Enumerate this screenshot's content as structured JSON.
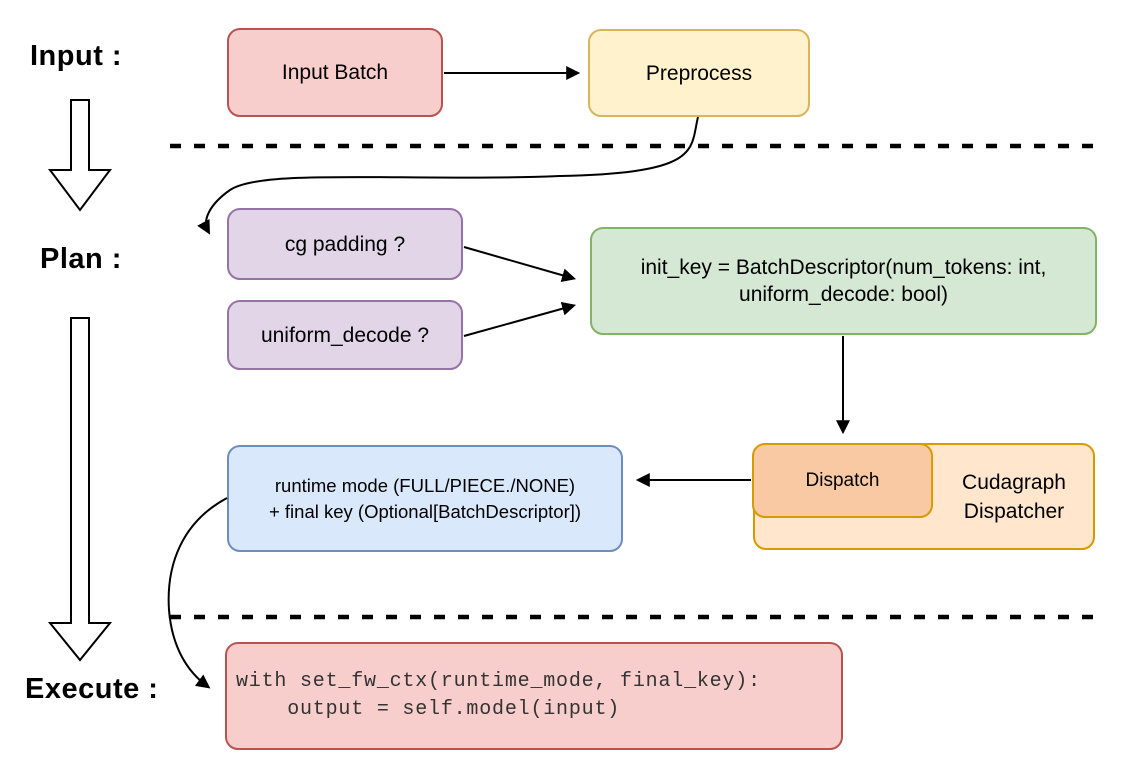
{
  "stage_labels": {
    "input": "Input :",
    "plan": "Plan :",
    "execute": "Execute :"
  },
  "nodes": {
    "input_batch": {
      "label": "Input Batch"
    },
    "preprocess": {
      "label": "Preprocess"
    },
    "cg_padding": {
      "label": "cg padding ?"
    },
    "uniform_decode": {
      "label": "uniform_decode ?"
    },
    "init_key": {
      "line1": "init_key = BatchDescriptor(num_tokens: int,",
      "line2": "uniform_decode: bool)"
    },
    "dispatch": {
      "label": "Dispatch"
    },
    "cudagraph_dispatcher": {
      "line1": "Cudagraph",
      "line2": "Dispatcher"
    },
    "runtime_mode": {
      "line1": "runtime mode (FULL/PIECE./NONE)",
      "line2": "+ final key (Optional[BatchDescriptor])"
    },
    "execute_code": {
      "line1": "with set_fw_ctx(runtime_mode, final_key):",
      "line2": "    output = self.model(input)"
    }
  },
  "edges": [
    {
      "from": "input_batch",
      "to": "preprocess",
      "style": "straight-arrow"
    },
    {
      "from": "preprocess",
      "to": "cg_padding",
      "style": "curved-arrow"
    },
    {
      "from": "cg_padding",
      "to": "init_key",
      "style": "straight-arrow"
    },
    {
      "from": "uniform_decode",
      "to": "init_key",
      "style": "straight-arrow"
    },
    {
      "from": "init_key",
      "to": "dispatch",
      "style": "straight-arrow"
    },
    {
      "from": "dispatch",
      "to": "runtime_mode",
      "style": "straight-arrow"
    },
    {
      "from": "runtime_mode",
      "to": "execute_code",
      "style": "curved-arrow"
    },
    {
      "from": "stage-input",
      "to": "stage-plan",
      "style": "hollow-block-arrow"
    },
    {
      "from": "stage-plan",
      "to": "stage-execute",
      "style": "hollow-block-arrow"
    }
  ],
  "separators": [
    {
      "between": "input-and-plan",
      "style": "dashed-line"
    },
    {
      "between": "plan-and-execute",
      "style": "dashed-line"
    }
  ],
  "colors": {
    "red_fill": "#f8cecc",
    "red_stroke": "#b85450",
    "yellow_fill": "#fff2cc",
    "yellow_stroke": "#d6b656",
    "purple_fill": "#e1d5e7",
    "purple_stroke": "#9673a6",
    "green_fill": "#d5e8d4",
    "green_stroke": "#82b366",
    "blue_fill": "#dae8fc",
    "blue_stroke": "#6c8ebf",
    "orange_fill": "#ffe6cc",
    "orange_stroke": "#d79b00",
    "salmon_fill": "#f9c9a3",
    "line_color": "#000000",
    "code_text": "#333333"
  }
}
